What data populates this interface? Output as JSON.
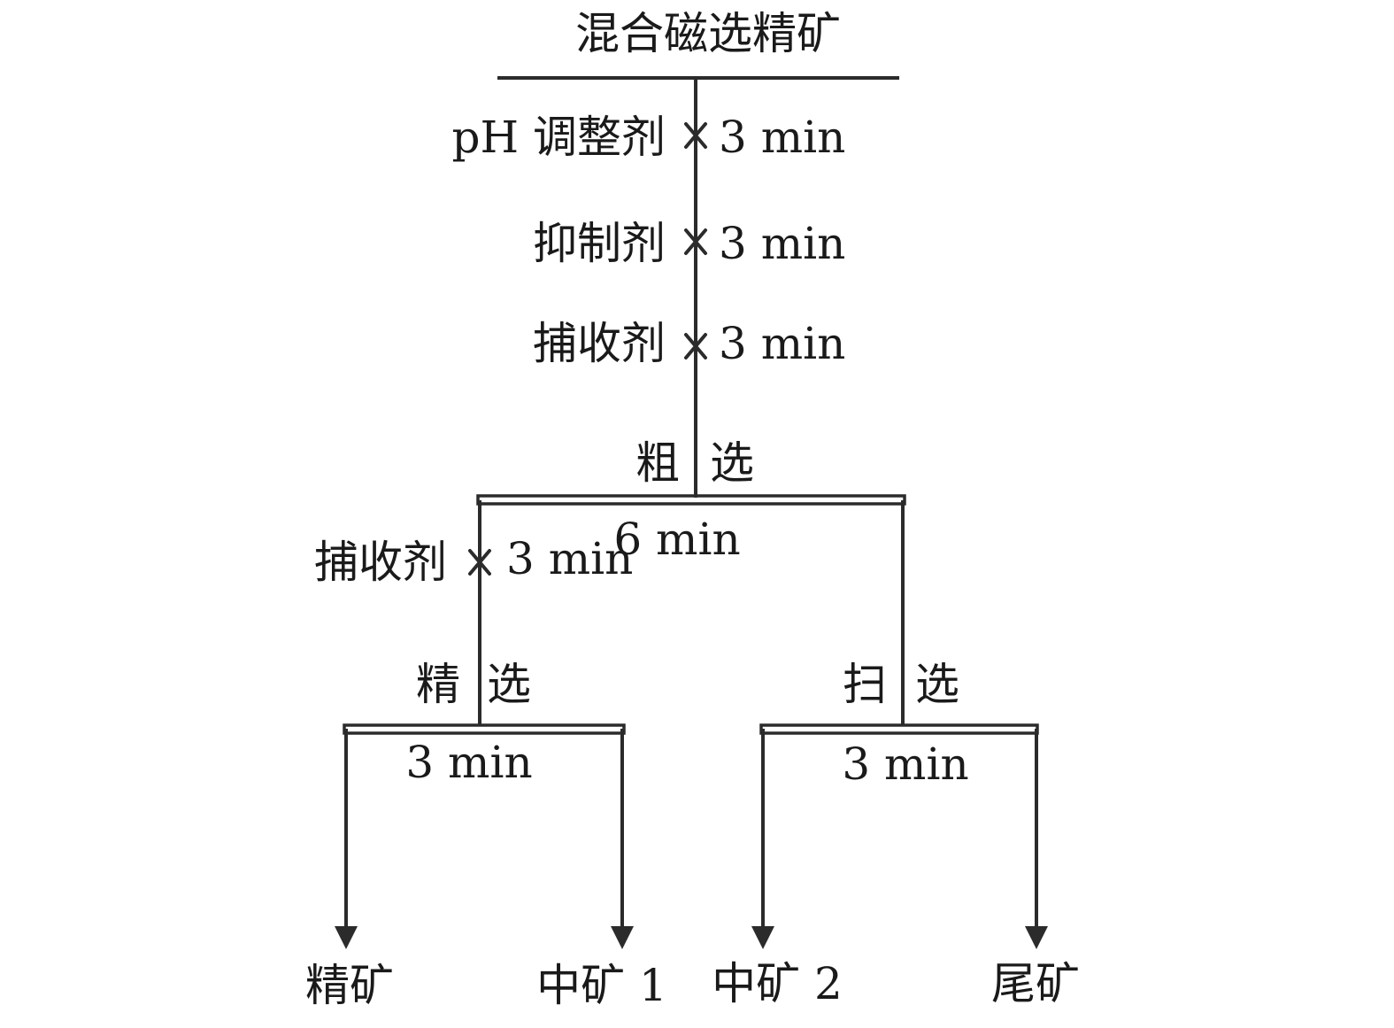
{
  "feed": "混合磁选精矿",
  "conditioning": [
    {
      "reagent": "pH 调整剂",
      "time": "3 min"
    },
    {
      "reagent": "抑制剂",
      "time": "3 min"
    },
    {
      "reagent": "捕收剂",
      "time": "3 min"
    }
  ],
  "rougher": {
    "label_left": "粗",
    "label_right": "选",
    "time": "6 min"
  },
  "cleaner_reagent": {
    "reagent": "捕收剂",
    "time": "3 min"
  },
  "cleaner": {
    "label_left": "精",
    "label_right": "选",
    "time": "3 min"
  },
  "scavenger": {
    "label_left": "扫",
    "label_right": "选",
    "time": "3 min"
  },
  "products": {
    "concentrate": "精矿",
    "middling_1": "中矿 1",
    "middling_2": "中矿 2",
    "tailings": "尾矿"
  }
}
